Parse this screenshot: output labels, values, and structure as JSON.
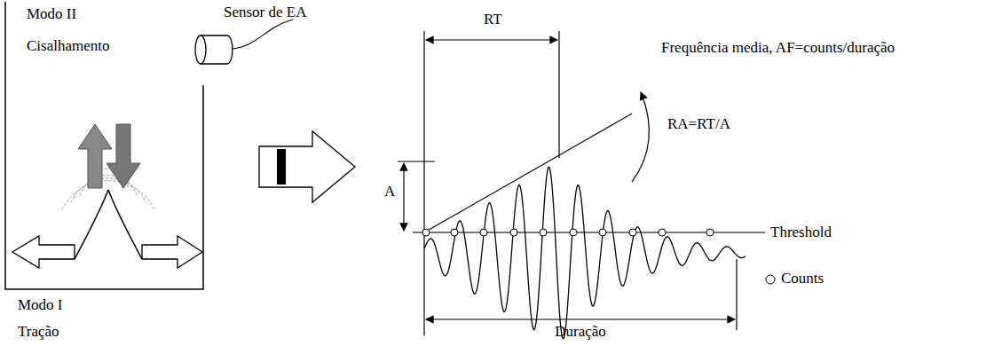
{
  "diagram": {
    "labels": [
      "Modo II",
      "Cisalhamento",
      "Sensor de EA",
      "RT",
      "Frequência media, AF=counts/duração",
      "A",
      "RA=RT/A",
      "Threshold",
      "Counts",
      "Modo I",
      "Tração",
      "Duração"
    ]
  }
}
